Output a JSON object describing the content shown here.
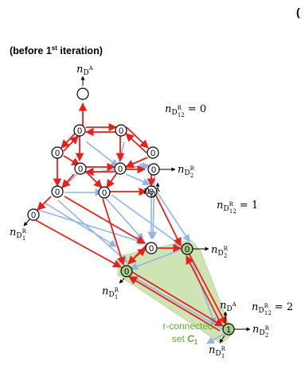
{
  "header": {
    "corner_mark": "(",
    "stage_label": "(before 1",
    "stage_label_sup": "st",
    "stage_label_tail": " iteration)"
  },
  "levels": {
    "level0": "n",
    "level0_sub": "D",
    "level0_subsup": "R",
    "level0_subsub": "12",
    "level0_value": "= 0",
    "level1_value": "= 1",
    "level2_value": "= 2"
  },
  "node_labels": {
    "zero": "0",
    "one": "1"
  },
  "terminals": {
    "n": "n",
    "D": "D",
    "A": "A",
    "R": "R",
    "one": "1",
    "two": "2"
  },
  "set": {
    "line1": "r-connected",
    "line2": "set ",
    "symbol": "C",
    "symbol_sub": "1"
  },
  "colors": {
    "red_arc": "#e8201c",
    "blue_arc": "#8fb6e4",
    "set_fill": "#cfe4b4",
    "set_text": "#66a83a",
    "set_node_fill": "#a9cf85"
  }
}
